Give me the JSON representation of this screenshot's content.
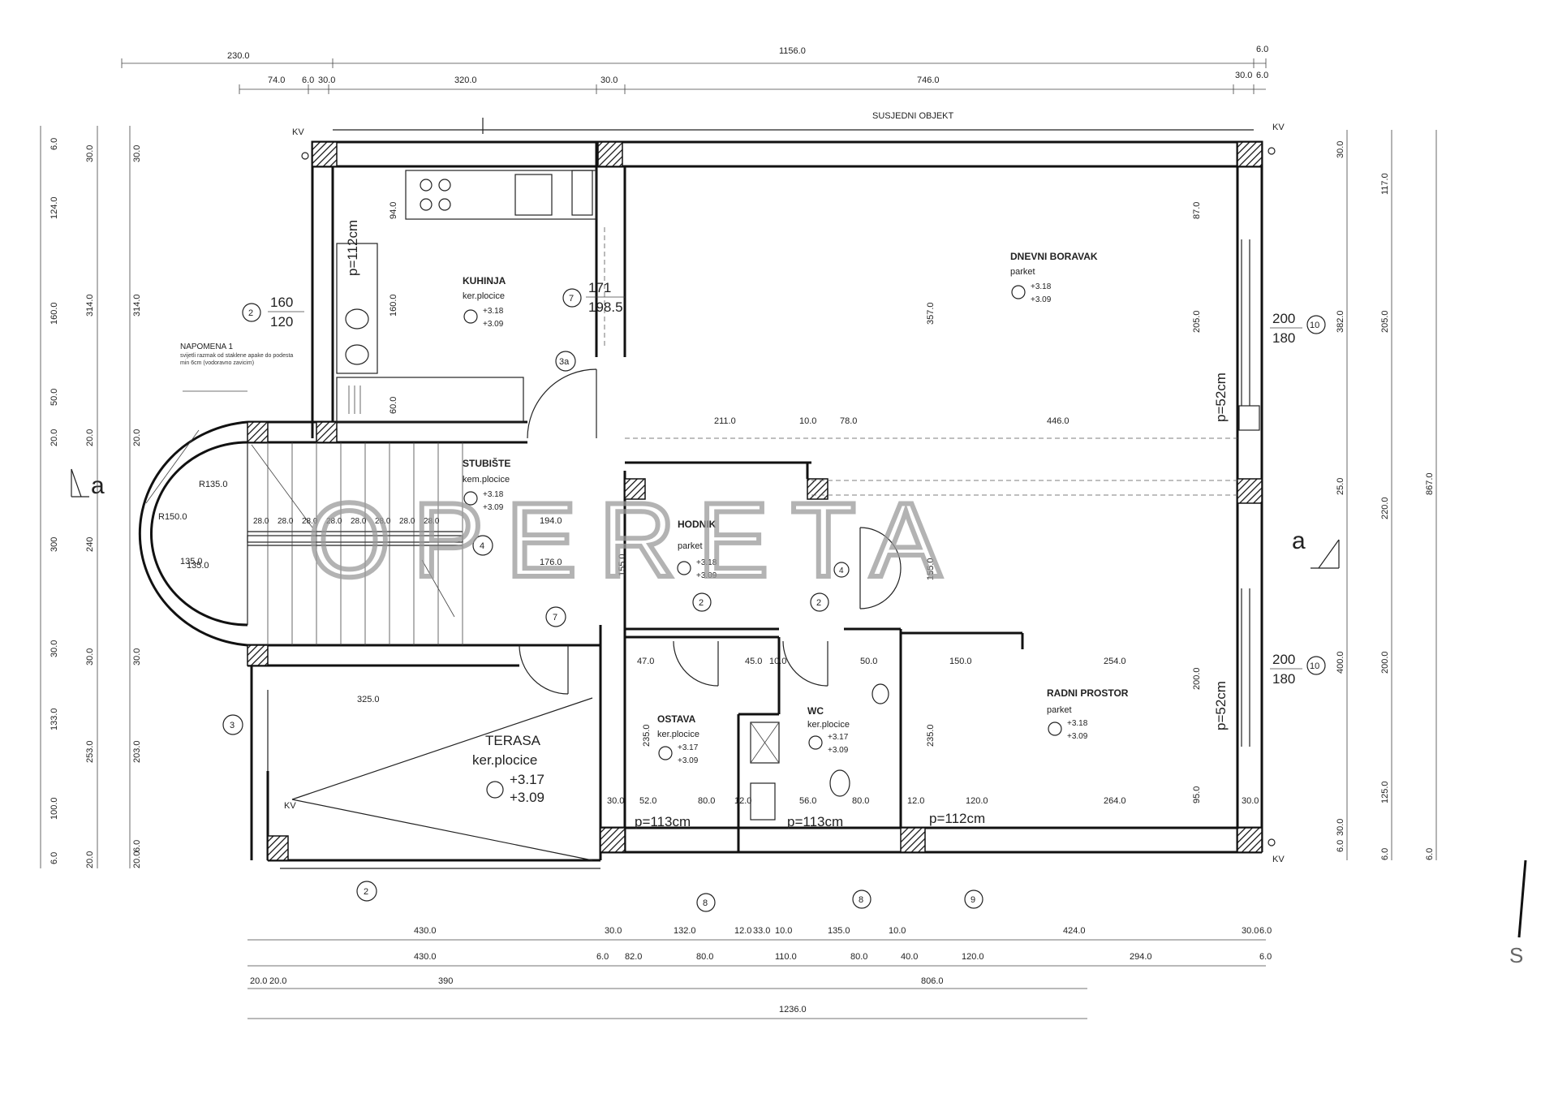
{
  "watermark": "OPERETA",
  "neighbor_label": "SUSJEDNI OBJEKT",
  "section_marks": [
    "a",
    "a"
  ],
  "corner_label": "KV",
  "south_mark": "S",
  "note": {
    "title": "NAPOMENA 1",
    "text": "svijetli razmak od staklene apake do podesta min 6cm (vodoravno zavicim)"
  },
  "rooms": [
    {
      "id": "kuhinja",
      "name": "KUHINJA",
      "floor": "ker.plocice",
      "lvl_top": "+3.18",
      "lvl_bot": "+3.09"
    },
    {
      "id": "dnevni",
      "name": "DNEVNI BORAVAK",
      "floor": "parket",
      "lvl_top": "+3.18",
      "lvl_bot": "+3.09"
    },
    {
      "id": "stubiste",
      "name": "STUBIŠTE",
      "floor": "kem.plocice",
      "lvl_top": "+3.18",
      "lvl_bot": "+3.09"
    },
    {
      "id": "hodnik",
      "name": "HODNIK",
      "floor": "parket",
      "lvl_top": "+3.18",
      "lvl_bot": "+3.09"
    },
    {
      "id": "ostava",
      "name": "OSTAVA",
      "floor": "ker.plocice",
      "lvl_top": "+3.17",
      "lvl_bot": "+3.09"
    },
    {
      "id": "wc",
      "name": "WC",
      "floor": "ker.plocice",
      "lvl_top": "+3.17",
      "lvl_bot": "+3.09"
    },
    {
      "id": "radni",
      "name": "RADNI PROSTOR",
      "floor": "parket",
      "lvl_top": "+3.18",
      "lvl_bot": "+3.09"
    },
    {
      "id": "terasa",
      "name": "TERASA",
      "floor": "ker.plocice",
      "lvl_top": "+3.17",
      "lvl_bot": "+3.09"
    }
  ],
  "window_notes": [
    "p=112cm",
    "p=52cm",
    "p=52cm",
    "p=113cm",
    "p=113cm",
    "p=112cm"
  ],
  "opening_tags": [
    {
      "num": "2",
      "top": "160",
      "bot": "120"
    },
    {
      "num": "7",
      "top": "171",
      "bot": "198.5"
    },
    {
      "num": "10",
      "top": "200",
      "bot": "180"
    },
    {
      "num": "10",
      "top": "200",
      "bot": "180"
    }
  ],
  "bubbles": [
    "3a",
    "4",
    "7",
    "2",
    "2",
    "3",
    "2",
    "8",
    "8",
    "9",
    "4"
  ],
  "dims": {
    "top1": [
      "230.0",
      "1156.0",
      "6.0"
    ],
    "top2": [
      "74.0",
      "6.0",
      "30.0",
      "320.0",
      "30.0",
      "746.0",
      "30.0",
      "6.0"
    ],
    "bottom1": [
      "430.0",
      "30.0",
      "132.0",
      "12.0",
      "33.0",
      "10.0",
      "135.0",
      "10.0",
      "424.0",
      "30.0",
      "6.0"
    ],
    "bottom2": [
      "430.0",
      "6.0",
      "82.0",
      "80.0",
      "110.0",
      "80.0",
      "40.0",
      "120.0",
      "294.0",
      "6.0"
    ],
    "bottom3": [
      "20.0",
      "20.0",
      "390",
      "806.0"
    ],
    "bottom4": [
      "1236.0"
    ],
    "left1": [
      "6.0",
      "124.0",
      "160.0",
      "50.0",
      "20.0",
      "300",
      "30.0",
      "133.0",
      "100.0",
      "6.0"
    ],
    "left2": [
      "30.0",
      "314.0",
      "20.0",
      "240",
      "30.0",
      "253.0",
      "20.0"
    ],
    "left3": [
      "30.0",
      "314.0",
      "20.0",
      "135.0",
      "30.0",
      "203.0",
      "6.0",
      "20.0"
    ],
    "right1": [
      "30.0",
      "382.0",
      "25.0",
      "400.0",
      "6.0",
      "30.0"
    ],
    "right2": [
      "117.0",
      "205.0",
      "220.0",
      "200.0",
      "125.0",
      "6.0"
    ],
    "right3": [
      "867.0",
      "6.0"
    ],
    "inner": [
      "211.0",
      "10.0",
      "78.0",
      "446.0",
      "357.0",
      "87.0",
      "205.0",
      "94.0",
      "160.0",
      "60.0",
      "194.0",
      "176.0",
      "135.0",
      "325.0",
      "47.0",
      "45.0",
      "10.0",
      "50.0",
      "150.0",
      "254.0",
      "235.0",
      "235.0",
      "200.0",
      "95.0",
      "52.0",
      "80.0",
      "56.0",
      "80.0",
      "120.0",
      "264.0",
      "30.0",
      "30.0",
      "12.0",
      "12.0",
      "155.0",
      "155.0",
      "R150.0",
      "R135.0"
    ]
  },
  "stair_steps": [
    "28.0",
    "28.0",
    "28.0",
    "28.0",
    "28.0",
    "28.0",
    "28.0",
    "28.0"
  ]
}
